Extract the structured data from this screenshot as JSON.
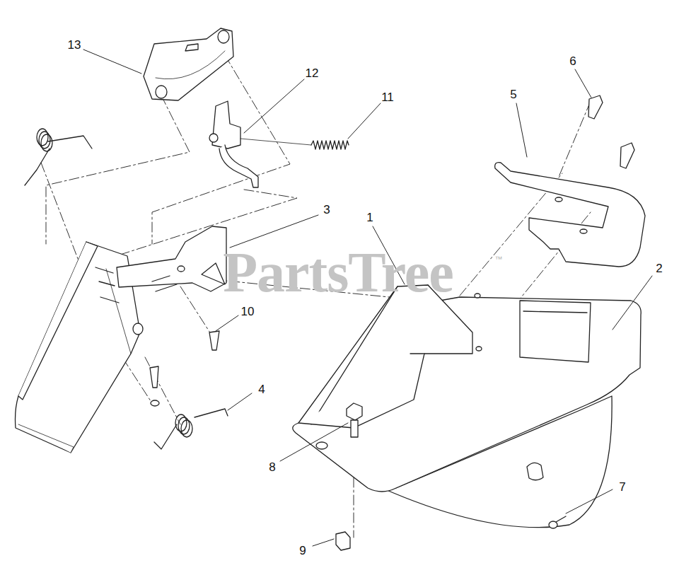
{
  "diagram": {
    "labels": [
      "13",
      "12",
      "6",
      "11",
      "5",
      "3",
      "1",
      "2",
      "10",
      "4",
      "8",
      "7",
      "9",
      "PartsTree",
      "™"
    ]
  }
}
